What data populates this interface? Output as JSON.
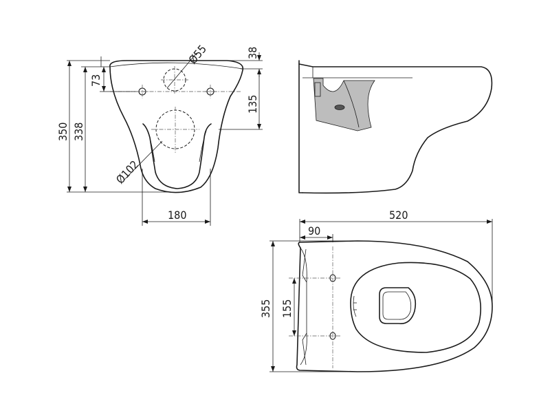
{
  "drawing": {
    "subject": "wall-hung toilet technical drawing",
    "views": [
      "front",
      "side",
      "top"
    ],
    "dimensions": {
      "height_total": "350",
      "height_bowl": "338",
      "top_to_center": "73",
      "pipe_diameter": "Ø55",
      "outlet_diameter": "Ø102",
      "width_bottom": "180",
      "height_38": "38",
      "height_135": "135",
      "length": "520",
      "bolt_offset": "90",
      "width_top": "355",
      "bolt_spacing": "155"
    }
  }
}
